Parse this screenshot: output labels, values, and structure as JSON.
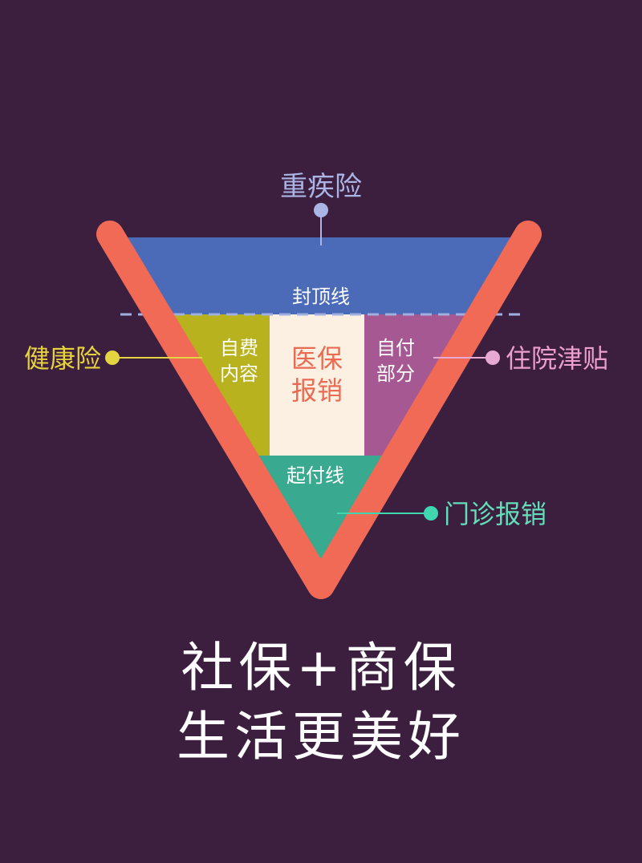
{
  "diagram": {
    "labels": {
      "critical_illness": "重疾险",
      "cap_line": "封顶线",
      "health_insurance": "健康险",
      "self_paid": [
        "自费",
        "内容"
      ],
      "medical_reimbursement": [
        "医保",
        "报销"
      ],
      "copay": [
        "自付",
        "部分"
      ],
      "hospital_allowance": "住院津贴",
      "deductible_line": "起付线",
      "outpatient_reimbursement": "门诊报销"
    },
    "colors": {
      "background": "#3c1f3e",
      "frame": "#f06a56",
      "cap_band": "#4b6ab7",
      "self_paid": "#b7b21d",
      "reimbursement": "#fbf0e2",
      "reimbursement_text": "#ea6a52",
      "copay": "#a55891",
      "outpatient": "#39a98f",
      "critical_dot": "#aab5e6",
      "health_dot": "#e5d442",
      "allowance_dot": "#e7a9d3",
      "outpatient_dot": "#40d7b0",
      "health_text": "#e6d33c",
      "allowance_text": "#ec9fcd",
      "outpatient_text": "#62dfba"
    }
  },
  "slogan": {
    "line1": "社保+商保",
    "line2": "生活更美好"
  }
}
